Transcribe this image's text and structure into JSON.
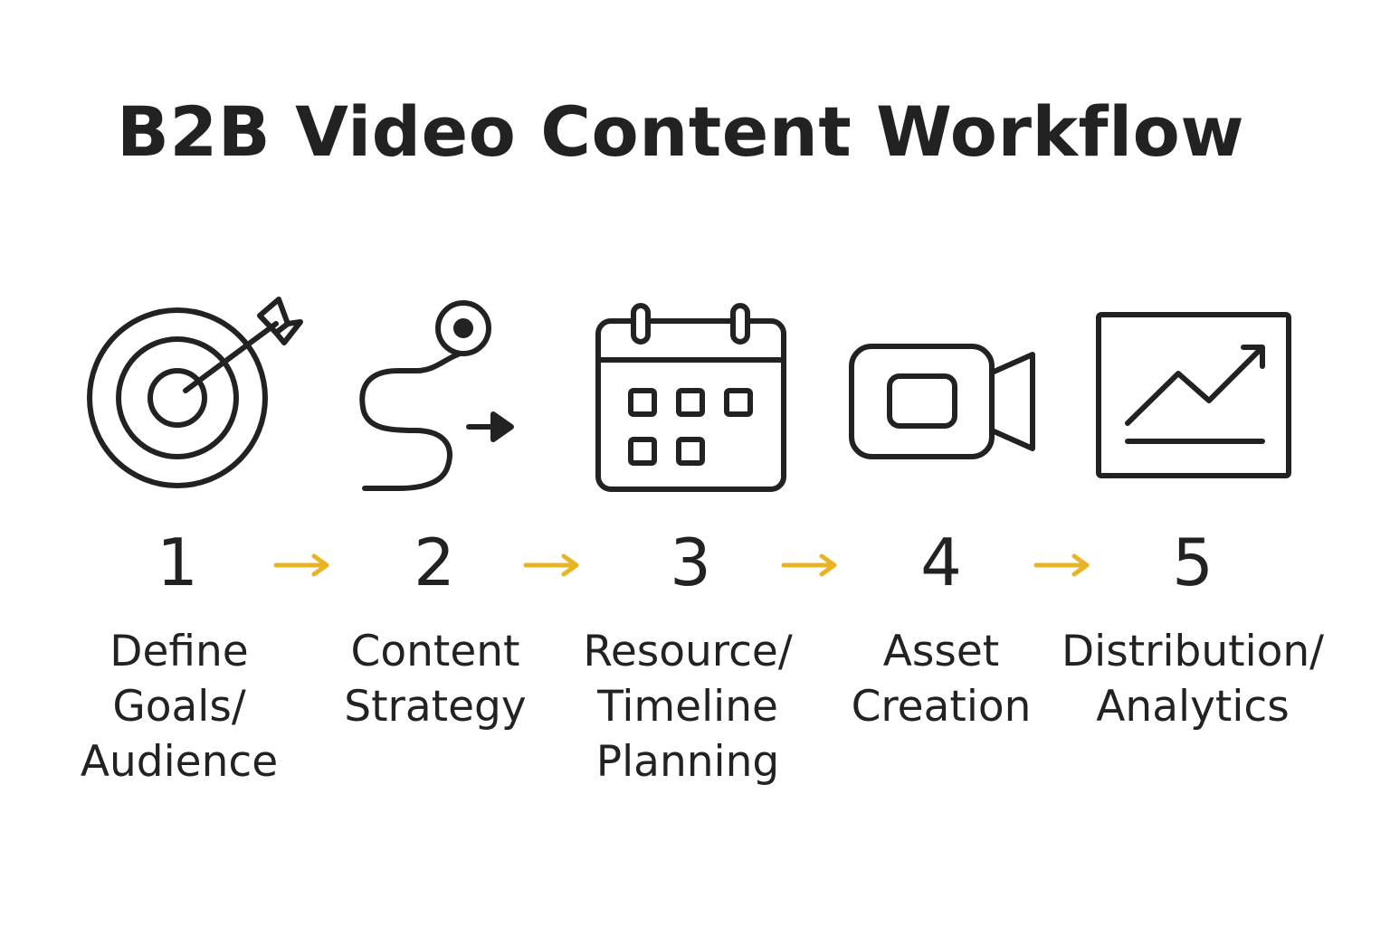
{
  "title": "B2B Video Content Workflow",
  "accent_color": "#e8b424",
  "text_color": "#222222",
  "steps": [
    {
      "number": "1",
      "label": "Define\nGoals/\nAudience",
      "icon": "target-arrow-icon"
    },
    {
      "number": "2",
      "label": "Content\nStrategy",
      "icon": "route-path-icon"
    },
    {
      "number": "3",
      "label": "Resource/\nTimeline\nPlanning",
      "icon": "calendar-icon"
    },
    {
      "number": "4",
      "label": "Asset\nCreation",
      "icon": "video-camera-icon"
    },
    {
      "number": "5",
      "label": "Distribution/\nAnalytics",
      "icon": "analytics-chart-icon"
    }
  ],
  "connector_icon": "right-arrow-icon"
}
